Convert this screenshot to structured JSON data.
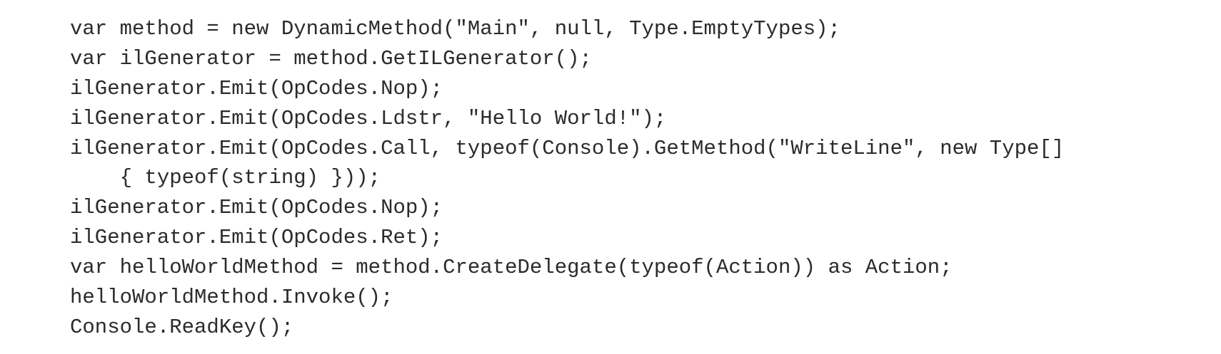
{
  "code": {
    "lines": [
      "var method = new DynamicMethod(\"Main\", null, Type.EmptyTypes);",
      "var ilGenerator = method.GetILGenerator();",
      "ilGenerator.Emit(OpCodes.Nop);",
      "ilGenerator.Emit(OpCodes.Ldstr, \"Hello World!\");",
      "ilGenerator.Emit(OpCodes.Call, typeof(Console).GetMethod(\"WriteLine\", new Type[]",
      "    { typeof(string) }));",
      "ilGenerator.Emit(OpCodes.Nop);",
      "ilGenerator.Emit(OpCodes.Ret);",
      "var helloWorldMethod = method.CreateDelegate(typeof(Action)) as Action;",
      "helloWorldMethod.Invoke();",
      "Console.ReadKey();"
    ]
  }
}
